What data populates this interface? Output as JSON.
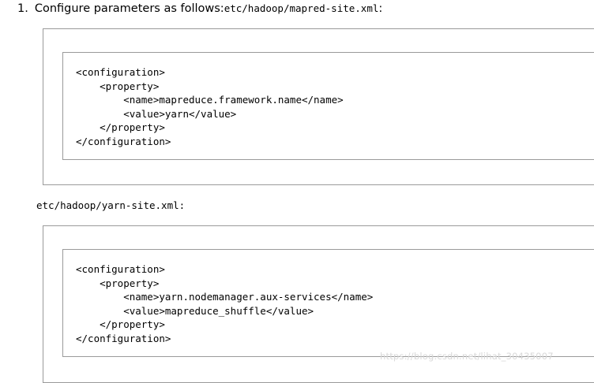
{
  "step": {
    "number": "1.",
    "text": "Configure parameters as follows:",
    "file": "etc/hadoop/mapred-site.xml",
    "suffix": ":"
  },
  "code_blocks": [
    {
      "lines": [
        "<configuration>",
        "    <property>",
        "        <name>mapreduce.framework.name</name>",
        "        <value>yarn</value>",
        "    </property>",
        "</configuration>"
      ]
    },
    {
      "file_label": "etc/hadoop/yarn-site.xml:",
      "lines": [
        "<configuration>",
        "    <property>",
        "        <name>yarn.nodemanager.aux-services</name>",
        "        <value>mapreduce_shuffle</value>",
        "    </property>",
        "</configuration>"
      ]
    }
  ],
  "watermark": "https://blog.csdn.net/lihat_30435007"
}
